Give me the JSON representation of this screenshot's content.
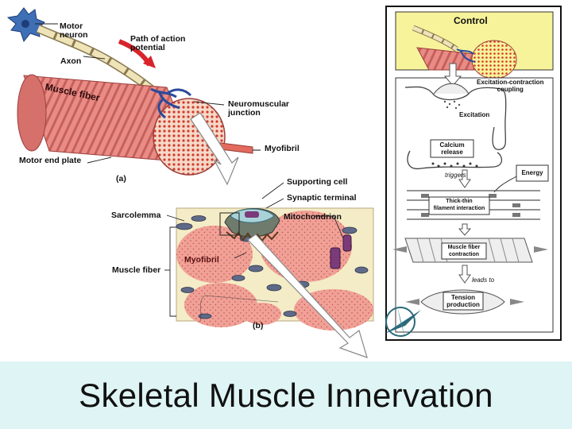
{
  "title": "Skeletal Muscle Innervation",
  "figure_a": {
    "motor_neuron": "Motor\nneuron",
    "path_of_action_potential": "Path of action\npotential",
    "axon": "Axon",
    "muscle_fiber": "Muscle fiber",
    "neuromuscular_junction": "Neuromuscular\njunction",
    "myofibril": "Myofibril",
    "motor_end_plate": "Motor end plate",
    "panel_label": "(a)"
  },
  "figure_b": {
    "supporting_cell": "Supporting cell",
    "synaptic_terminal": "Synaptic terminal",
    "sarcolemma": "Sarcolemma",
    "mitochondrion": "Mitochondrion",
    "myofibril": "Myofibril",
    "muscle_fiber": "Muscle fiber",
    "panel_label": "(b)"
  },
  "flowchart": {
    "control": "Control",
    "excitation_contraction_coupling": "Excitation-contraction\ncoupling",
    "excitation": "Excitation",
    "calcium_release": "Calcium\nrelease",
    "triggers": "triggers",
    "energy": "Energy",
    "thick_thin_filament_interaction": "Thick-thin\nfilament interaction",
    "muscle_fiber_contraction": "Muscle fiber\ncontraction",
    "leads_to": "leads to",
    "tension_production": "Tension\nproduction"
  },
  "colors": {
    "title_bar": "#dff4f4",
    "muscle": "#e07a7a",
    "flow_yellow": "#f7f39a",
    "nerve": "#2a3f8f"
  }
}
